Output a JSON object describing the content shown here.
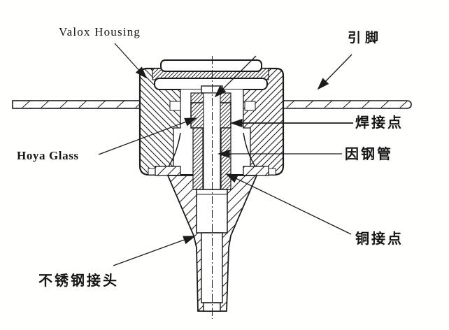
{
  "figure": {
    "description": "Cross-section diagram of sensor assembly",
    "background_color": "#fffffe",
    "ink_color": "#1b1b1b",
    "labels": {
      "valox_housing": "Valox Housing",
      "hoya_glass": "Hoya Glass",
      "lead_pin": "引脚",
      "weld_point": "焊接点",
      "invar_tube": "因钢管",
      "copper_contact": "铜接点",
      "stainless_connector": "不锈钢接头"
    }
  }
}
